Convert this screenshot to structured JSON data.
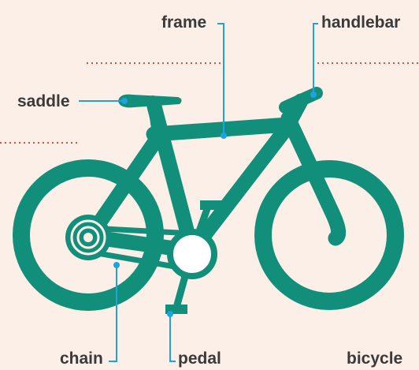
{
  "colors": {
    "background": "#fcefe8",
    "bike": "#128f7b",
    "leader": "#1ea3df",
    "dotted_line": "#e64b3c",
    "text": "#3a3a3a",
    "hub": "#ffffff"
  },
  "labels": {
    "frame": "frame",
    "handlebar": "handlebar",
    "saddle": "saddle",
    "chain": "chain",
    "pedal": "pedal",
    "title": "bicycle"
  }
}
